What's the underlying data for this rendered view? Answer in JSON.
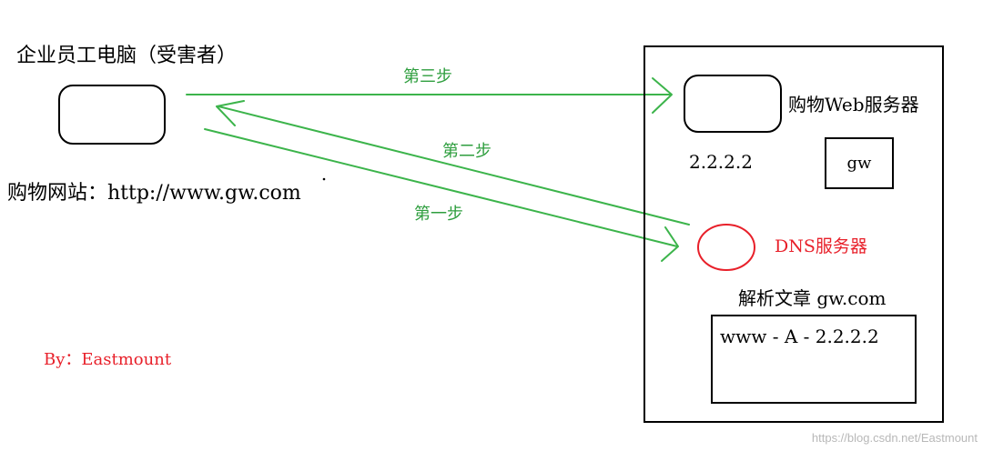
{
  "victim": {
    "title": "企业员工电脑（受害者）",
    "site": "购物网站：http://www.gw.com"
  },
  "steps": {
    "step1": "第一步",
    "step2": "第二步",
    "step3": "第三步"
  },
  "web_server": {
    "label": "购物Web服务器",
    "ip": "2.2.2.2",
    "site_box": "gw"
  },
  "dns_server": {
    "label": "DNS服务器",
    "resolve_label": "解析文章 gw.com",
    "record": "www - A - 2.2.2.2"
  },
  "author": "By：Eastmount",
  "watermark": "https://blog.csdn.net/Eastmount",
  "colors": {
    "arrow": "#3cb44b",
    "step_text": "#2e9e3e",
    "dns_red": "#e8202a",
    "author_red": "#e8202a",
    "watermark": "#b8b8b8"
  }
}
